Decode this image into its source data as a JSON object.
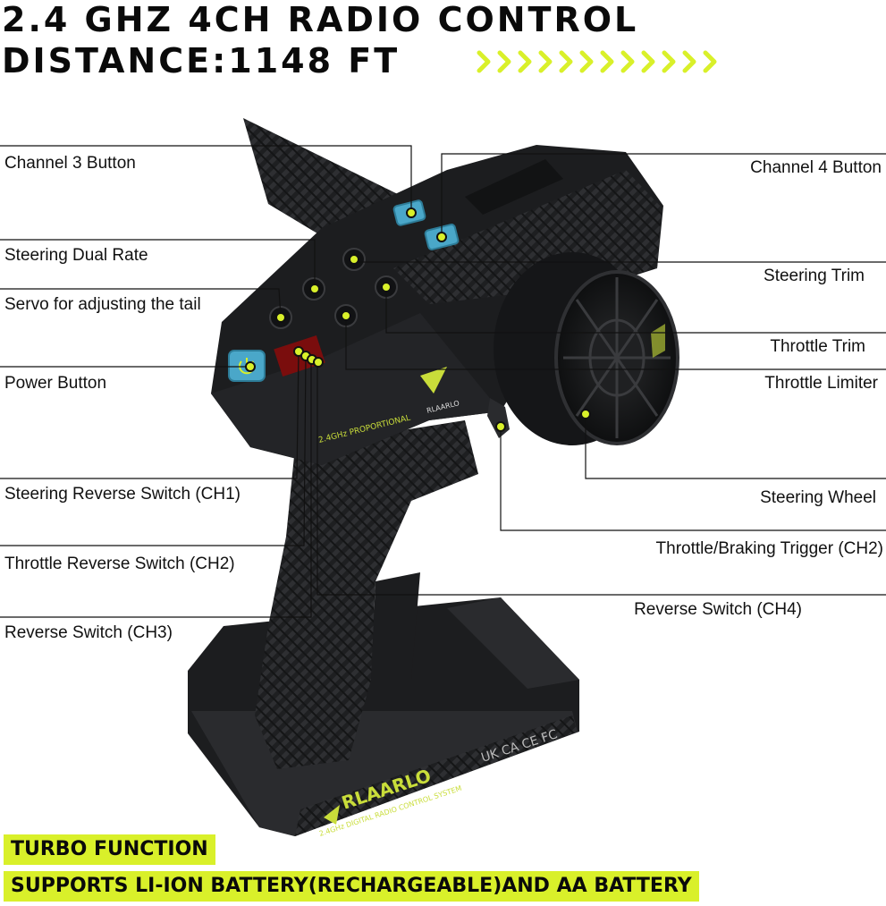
{
  "headline": {
    "line1": "2.4 GHZ 4CH RADIO CONTROL",
    "line2": "DISTANCE:1148 FT"
  },
  "labels": {
    "channel3_button": "Channel 3 Button",
    "channel4_button": "Channel 4 Button",
    "steering_dual_rate": "Steering Dual Rate",
    "steering_trim": "Steering Trim",
    "servo_tail": "Servo for adjusting the tail",
    "throttle_trim": "Throttle Trim",
    "power_button": "Power Button",
    "throttle_limiter": "Throttle Limiter",
    "steering_reverse": "Steering Reverse Switch (CH1)",
    "steering_wheel": "Steering Wheel",
    "throttle_trigger": "Throttle/Braking Trigger (CH2)",
    "throttle_reverse": "Throttle Reverse Switch (CH2)",
    "reverse_ch4": "Reverse Switch (CH4)",
    "reverse_ch3": "Reverse Switch (CH3)"
  },
  "device": {
    "brand_text": "RLAARLO",
    "handle_text": "2.4GHz PROPORTIONAL",
    "base_subtitle": "2.4GHz DIGITAL RADIO CONTROL SYSTEM",
    "cert_marks": "UK CA  CE  FC"
  },
  "banners": {
    "turbo": "TURBO FUNCTION",
    "battery": "SUPPORTS LI-ION BATTERY(RECHARGEABLE)AND AA BATTERY"
  },
  "colors": {
    "accent": "#d9f02a",
    "button_blue": "#4aa7c9",
    "body_dark": "#1c1d1f",
    "carbon": "#2b2c2e"
  }
}
